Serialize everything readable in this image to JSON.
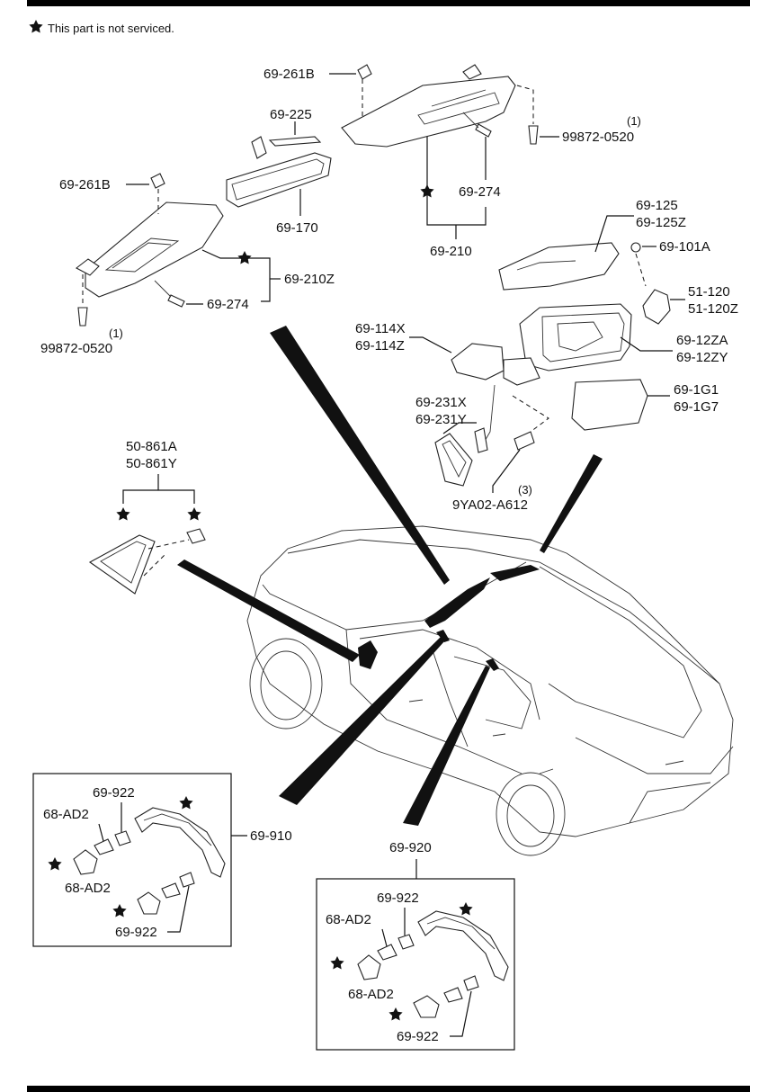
{
  "note": "This part is not serviced.",
  "labels": {
    "l_69_261b_top": "69-261B",
    "l_69_225": "69-225",
    "l_99872_top": "99872-0520",
    "l_qty1_top": "(1)",
    "l_69_261b_left": "69-261B",
    "l_69_274_right": "69-274",
    "l_69_170": "69-170",
    "l_69_210": "69-210",
    "l_69_210z": "69-210Z",
    "l_69_274_left": "69-274",
    "l_99872_left": "99872-0520",
    "l_qty1_left": "(1)",
    "l_69_125": "69-125",
    "l_69_125z": "69-125Z",
    "l_69_101a": "69-101A",
    "l_51_120": "51-120",
    "l_51_120z": "51-120Z",
    "l_69_114x": "69-114X",
    "l_69_114z": "69-114Z",
    "l_69_12za": "69-12ZA",
    "l_69_12zy": "69-12ZY",
    "l_69_1g1": "69-1G1",
    "l_69_1g7": "69-1G7",
    "l_69_231x": "69-231X",
    "l_69_231y": "69-231Y",
    "l_qty3": "(3)",
    "l_9ya02": "9YA02-A612",
    "l_50_861a": "50-861A",
    "l_50_861y": "50-861Y",
    "l_69_922_a": "69-922",
    "l_68_ad2_a": "68-AD2",
    "l_69_910": "69-910",
    "l_68_ad2_b": "68-AD2",
    "l_69_922_b": "69-922",
    "l_69_920": "69-920",
    "l_69_922_c": "69-922",
    "l_68_ad2_c": "68-AD2",
    "l_68_ad2_d": "68-AD2",
    "l_69_922_d": "69-922"
  }
}
